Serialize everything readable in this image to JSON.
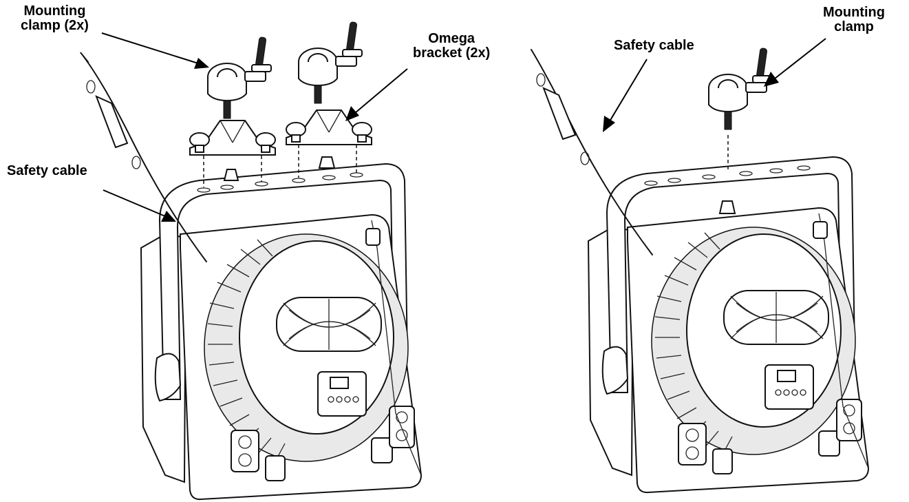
{
  "labels": {
    "left_mounting_clamp": "Mounting\nclamp (2x)",
    "left_omega_bracket": "Omega\nbracket (2x)",
    "left_safety_cable": "Safety cable",
    "right_safety_cable": "Safety cable",
    "right_mounting_clamp": "Mounting\nclamp"
  },
  "colors": {
    "ink": "#111111",
    "background": "#ffffff",
    "shade": "#e9e9e9"
  }
}
